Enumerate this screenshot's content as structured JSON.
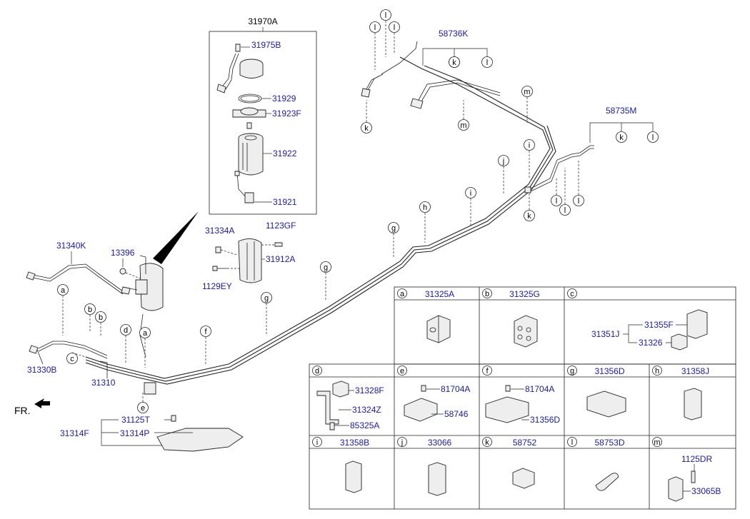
{
  "direction_label": "FR.",
  "letters": {
    "a": "a",
    "b": "b",
    "c": "c",
    "d": "d",
    "e": "e",
    "f": "f",
    "g": "g",
    "h": "h",
    "i": "i",
    "j": "j",
    "k": "k",
    "l": "l",
    "m": "m"
  },
  "parts": {
    "p31970A": "31970A",
    "p31975B": "31975B",
    "p31929": "31929",
    "p31923F": "31923F",
    "p31922": "31922",
    "p31921": "31921",
    "p31334A": "31334A",
    "p1123GF": "1123GF",
    "p31912A": "31912A",
    "p1129EY": "1129EY",
    "p13396": "13396",
    "p31340K": "31340K",
    "p31330B": "31330B",
    "p31310": "31310",
    "p31125T": "31125T",
    "p31314F": "31314F",
    "p31314P": "31314P",
    "p58736K": "58736K",
    "p58735M": "58735M"
  },
  "table": {
    "cells": [
      {
        "letter": "a",
        "part": "31325A"
      },
      {
        "letter": "b",
        "part": "31325G"
      },
      {
        "letter": "c",
        "part": ""
      },
      {
        "letter": "d",
        "part": ""
      },
      {
        "letter": "e",
        "part": ""
      },
      {
        "letter": "f",
        "part": ""
      },
      {
        "letter": "g",
        "part": "31356D"
      },
      {
        "letter": "h",
        "part": "31358J"
      },
      {
        "letter": "i",
        "part": "31358B"
      },
      {
        "letter": "j",
        "part": "33066"
      },
      {
        "letter": "k",
        "part": "58752"
      },
      {
        "letter": "l",
        "part": "58753D"
      },
      {
        "letter": "m",
        "part": ""
      }
    ],
    "c_parts": {
      "p31351J": "31351J",
      "p31355F": "31355F",
      "p31326": "31326"
    },
    "d_parts": {
      "p31328F": "31328F",
      "p31324Z": "31324Z",
      "p85325A": "85325A"
    },
    "e_parts": {
      "p81704A": "81704A",
      "p58746": "58746"
    },
    "f_parts": {
      "p81704A": "81704A",
      "p31356D": "31356D"
    },
    "m_parts": {
      "p1125DR": "1125DR",
      "p33065B": "33065B"
    }
  }
}
